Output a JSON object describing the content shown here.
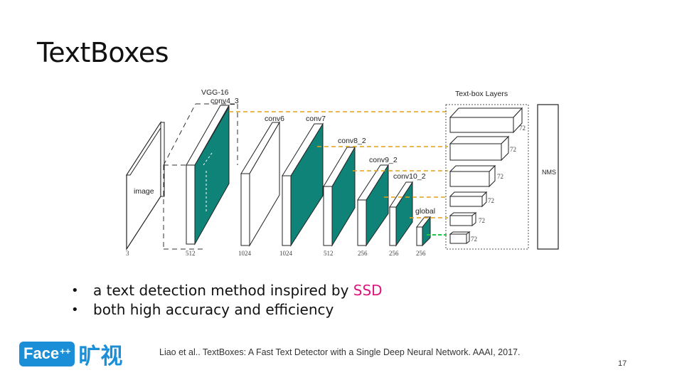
{
  "title": "TextBoxes",
  "diagram": {
    "vgg_label": "VGG-16",
    "input_label": "image",
    "layers": [
      {
        "name": "conv4_3",
        "channels": "512"
      },
      {
        "name": "conv6",
        "channels": "1024"
      },
      {
        "name": "conv7",
        "channels": "1024"
      },
      {
        "name": "conv8_2",
        "channels": "512"
      },
      {
        "name": "conv9_2",
        "channels": "256"
      },
      {
        "name": "conv10_2",
        "channels": "256"
      },
      {
        "name": "global",
        "channels": "256"
      }
    ],
    "input_channels": "3",
    "textbox_title": "Text-box Layers",
    "textbox_values": [
      "72",
      "72",
      "72",
      "72",
      "72",
      "72"
    ],
    "nms_label": "NMS",
    "colors": {
      "teal": "#0f8378",
      "orange": "#e3a11a",
      "green": "#22c44a"
    }
  },
  "bullets": [
    {
      "text": "a text detection method inspired by ",
      "highlight": "SSD"
    },
    {
      "text": "both high accuracy and efficiency",
      "highlight": ""
    }
  ],
  "bullet_symbol": "•",
  "logo": {
    "brand": "Face",
    "sup": "++",
    "chinese": "旷视"
  },
  "citation": "Liao et al.. TextBoxes: A Fast Text Detector with a Single Deep Neural Network. AAAI, 2017.",
  "page_number": "17"
}
